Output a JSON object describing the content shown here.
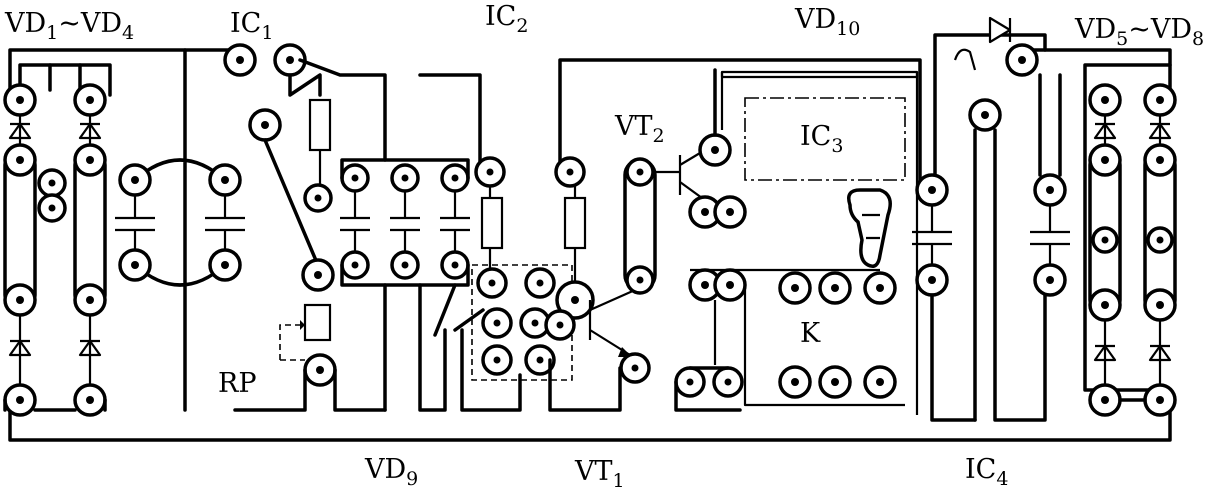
{
  "labels": {
    "vd1_vd4": {
      "main": "VD",
      "sub1": "1",
      "mid": "~VD",
      "sub2": "4"
    },
    "ic1": {
      "main": "IC",
      "sub": "1"
    },
    "ic2": {
      "main": "IC",
      "sub": "2"
    },
    "vd10": {
      "main": "VD",
      "sub": "10"
    },
    "vd5_vd8": {
      "main": "VD",
      "sub1": "5",
      "mid": "~VD",
      "sub2": "8"
    },
    "vt2": {
      "main": "VT",
      "sub": "2"
    },
    "ic3": {
      "main": "IC",
      "sub": "3"
    },
    "k": {
      "main": "K"
    },
    "rp": {
      "main": "RP"
    },
    "vd9": {
      "main": "VD",
      "sub": "9"
    },
    "vt1": {
      "main": "VT",
      "sub": "1"
    },
    "ic4": {
      "main": "IC",
      "sub": "4"
    }
  },
  "colors": {
    "ink": "#000000",
    "board": "#ffffff"
  }
}
